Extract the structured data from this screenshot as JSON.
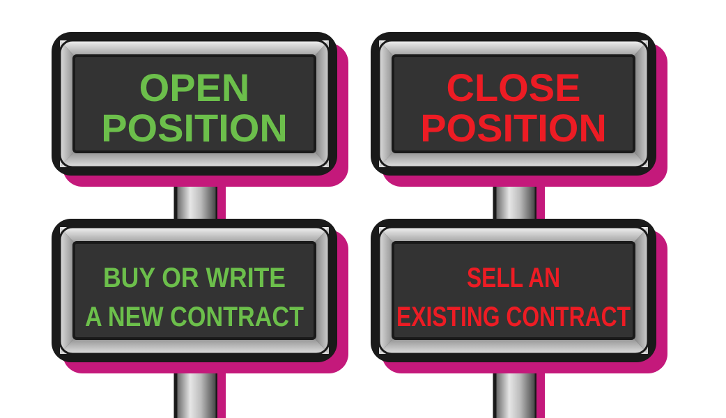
{
  "colors": {
    "positive_text": "#6cbf4b",
    "negative_text": "#ed1c24",
    "shadow": "#c4197b",
    "panel": "#333333",
    "frame_dark": "#1a1a1a"
  },
  "signs": {
    "open_line1": "OPEN",
    "open_line2": "POSITION",
    "close_line1": "CLOSE",
    "close_line2": "POSITION",
    "buy_line1": "BUY OR WRITE",
    "buy_line2": "A NEW CONTRACT",
    "sell_line1": "SELL AN",
    "sell_line2": "EXISTING CONTRACT"
  }
}
